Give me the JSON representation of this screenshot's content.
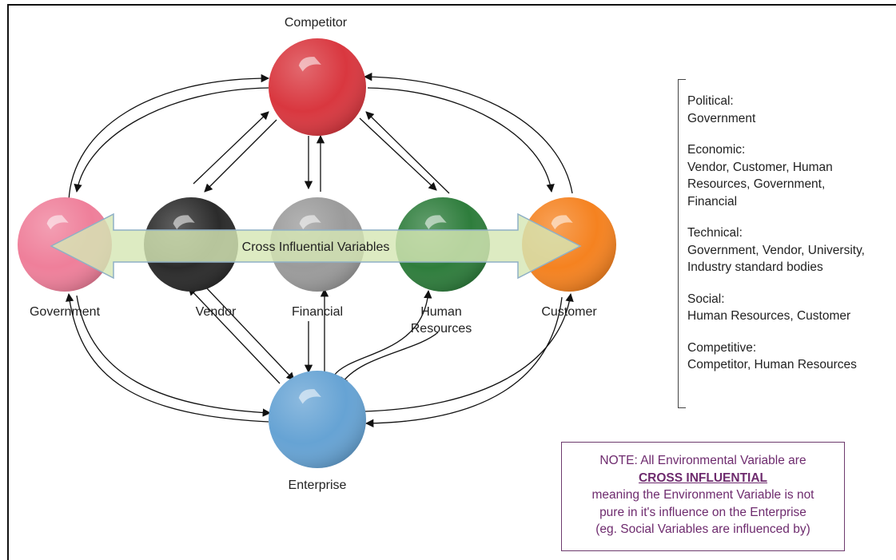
{
  "nodes": {
    "competitor": {
      "label": "Competitor",
      "color": "#d9373f"
    },
    "government": {
      "label": "Government",
      "color": "#ef7f9a"
    },
    "vendor": {
      "label": "Vendor",
      "color": "#2b2b2b"
    },
    "financial": {
      "label": "Financial",
      "color": "#9b9b9b"
    },
    "human_resources": {
      "label_line1": "Human",
      "label_line2": "Resources",
      "color": "#2e7d3c"
    },
    "customer": {
      "label": "Customer",
      "color": "#f58220"
    },
    "enterprise": {
      "label": "Enterprise",
      "color": "#66a3d4"
    }
  },
  "banner": {
    "label": "Cross Influential Variables",
    "color": "#d6e6b4"
  },
  "legend": [
    {
      "heading": "Political:",
      "items_lines": [
        "Government"
      ]
    },
    {
      "heading": "Economic:",
      "items_lines": [
        "Vendor, Customer, Human",
        "Resources, Government,",
        "Financial"
      ]
    },
    {
      "heading": "Technical:",
      "items_lines": [
        "Government, Vendor, University,",
        "Industry standard bodies"
      ]
    },
    {
      "heading": "Social:",
      "items_lines": [
        "Human Resources, Customer"
      ]
    },
    {
      "heading": "Competitive:",
      "items_lines": [
        "Competitor, Human Resources"
      ]
    }
  ],
  "note": {
    "line1": "NOTE: All Environmental Variable are",
    "emphasis": "CROSS INFLUENTIAL",
    "line3": "meaning the Environment Variable is not",
    "line4": "pure in it's influence on the Enterprise",
    "line5": "(eg. Social Variables are influenced by)",
    "color": "#6e2b6e"
  }
}
